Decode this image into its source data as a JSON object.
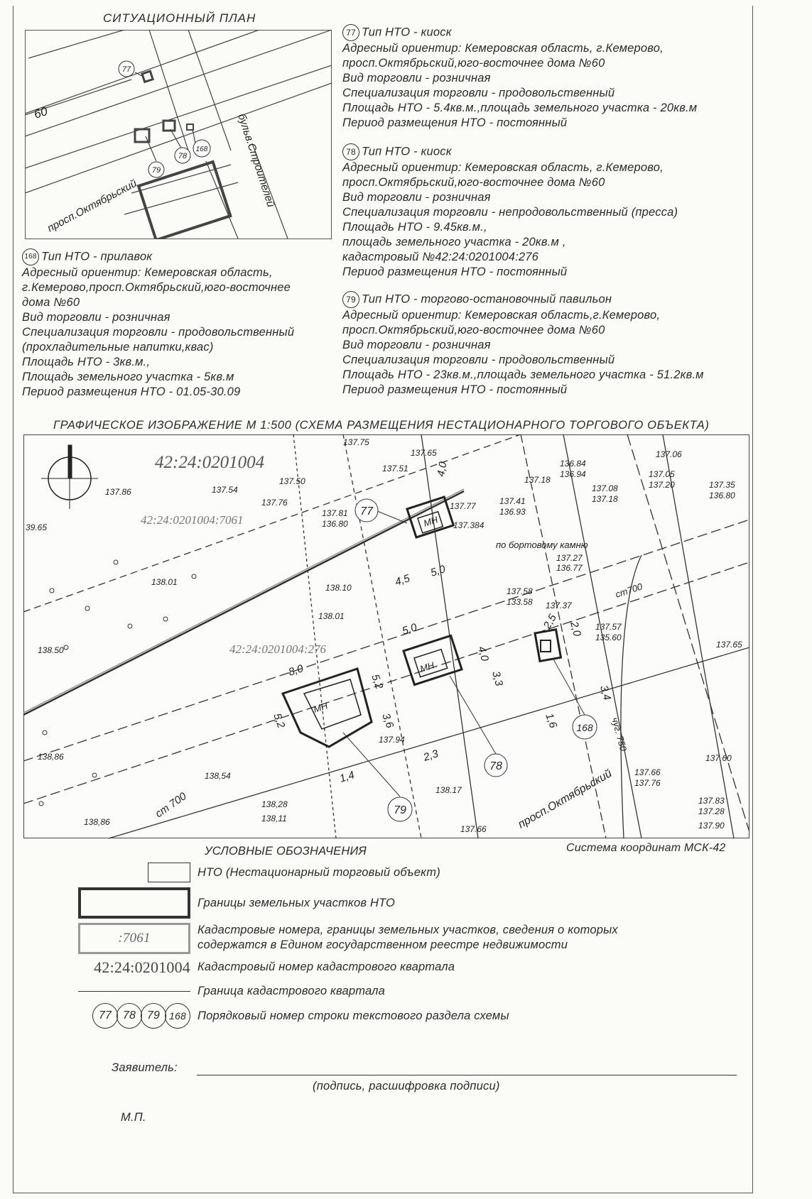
{
  "situation_plan": {
    "title": "СИТУАЦИОННЫЙ ПЛАН",
    "labels": {
      "n60": "60",
      "street1": "просп.Октябрьский",
      "street2": "бульв.Строителей"
    },
    "markers": [
      "77",
      "78",
      "79",
      "168"
    ]
  },
  "objects": [
    {
      "id": "77",
      "lines": [
        "Тип НТО - киоск",
        "Адресный ориентир: Кемеровская область, г.Кемерово,",
        "просп.Октябрьский,юго-восточнее дома №60",
        "Вид торговли - розничная",
        "Специализация торговли - продовольственный",
        "Площадь НТО - 5.4кв.м.,площадь земельного участка - 20кв.м",
        "Период размещения НТО - постоянный"
      ]
    },
    {
      "id": "78",
      "lines": [
        "Тип НТО - киоск",
        "Адресный ориентир: Кемеровская область, г.Кемерово,",
        "просп.Октябрьский,юго-восточнее дома №60",
        "Вид торговли - розничная",
        "Специализация торговли - непродовольственный (пресса)",
        "Площадь НТО - 9.45кв.м.,",
        "площадь земельного участка - 20кв.м ,",
        "кадастровый №42:24:0201004:276",
        "Период размещения НТО - постоянный"
      ]
    },
    {
      "id": "79",
      "lines": [
        "Тип НТО - торгово-остановочный павильон",
        "Адресный ориентир: Кемеровская область,г.Кемерово,",
        "просп.Октябрьский,юго-восточнее дома №60",
        "Вид торговли - розничная",
        "Специализация торговли - продовольственный",
        "Площадь НТО - 23кв.м.,площадь земельного участка - 51.2кв.м",
        "Период размещения НТО - постоянный"
      ]
    },
    {
      "id": "168",
      "lines": [
        "Тип НТО - прилавок",
        "Адресный ориентир: Кемеровская область,",
        "г.Кемерово,просп.Октябрьский,юго-восточнее",
        "дома №60",
        "Вид торговли - розничная",
        "Специализация торговли - продовольственный",
        "(прохладительные напитки,квас)",
        "Площадь НТО - 3кв.м.,",
        "Площадь земельного участка - 5кв.м",
        "Период размещения НТО - 01.05-30.09"
      ]
    }
  ],
  "scheme": {
    "title": "ГРАФИЧЕСКОЕ ИЗОБРАЖЕНИЕ М 1:500 (СХЕМА РАЗМЕЩЕНИЯ НЕСТАЦИОНАРНОГО ТОРГОВОГО ОБЪЕКТА)",
    "quarter": "42:24:0201004",
    "parcel1": "42:24:0201004:7061",
    "parcel2": "42:24:0201004:276",
    "kiosk_label": "МН",
    "street": "просп.Октябрьский",
    "curb": "по бортовому камню",
    "pipe1": "ст700",
    "pipe2": "ст 700",
    "pipe3": "чуг. 750",
    "dims": [
      "4,0",
      "4,5",
      "5,0",
      "5,0",
      "8,0",
      "5,2",
      "5,2",
      "3,6",
      "4,0",
      "3,3",
      "2,5",
      "2,0",
      "1,6",
      "3,4",
      "2,3",
      "1,4"
    ],
    "elevations": [
      "137.50",
      "137.54",
      "137.76",
      "137.86",
      "39.65",
      "138.01",
      "138.50",
      "138,86",
      "138,86",
      "137.75",
      "137.51",
      "137.65",
      "137.77",
      "137.81",
      "136.80",
      "137.384",
      "137.41",
      "136.93",
      "137.18",
      "136.84",
      "136.94",
      "137.06",
      "137.35",
      "136.80",
      "137.05",
      "137.20",
      "137.08",
      "137.18",
      "137.27",
      "136.77",
      "137.58",
      "133.58",
      "137.37",
      "137.57",
      "135.60",
      "138.10",
      "138.01",
      "137.94",
      "138.17",
      "138,28",
      "138,11",
      "138,54",
      "137.65",
      "137.60",
      "137.66",
      "137.76",
      "137.66",
      "137.83",
      "137.28",
      "137.90"
    ],
    "markers": [
      "77",
      "78",
      "79",
      "168"
    ],
    "coord_system": "Система координат МСК-42"
  },
  "legend": {
    "title": "УСЛОВНЫЕ  ОБОЗНАЧЕНИЯ",
    "items": [
      {
        "label": "НТО (Нестационарный торговый объект)"
      },
      {
        "label": "Границы земельных участков НТО"
      },
      {
        "symbol": ":7061",
        "label": "Кадастровые номера, границы земельных участков, сведения о которых",
        "label2": "содержатся в Едином государственном реестре недвижимости"
      },
      {
        "symbol": "42:24:0201004",
        "label": "Кадастровый номер кадастрового квартала"
      },
      {
        "label": "Граница кадастрового квартала"
      },
      {
        "symbols": [
          "77",
          "78",
          "79",
          "168"
        ],
        "label": "Порядковый номер строки текстового раздела схемы"
      }
    ]
  },
  "signature": {
    "applicant": "Заявитель:",
    "hint": "(подпись, расшифровка подписи)",
    "stamp": "М.П."
  }
}
